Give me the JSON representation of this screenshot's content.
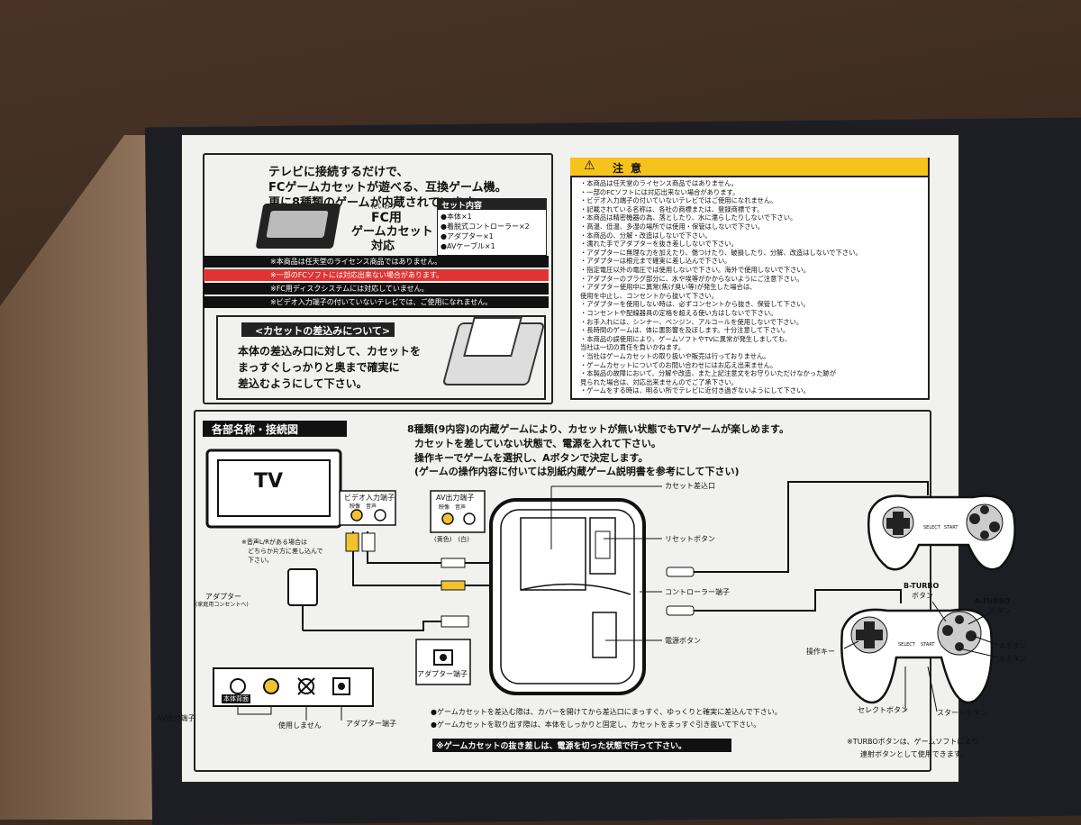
{
  "intro": {
    "line1": "テレビに接続するだけで、",
    "line2": "FCゲームカセットが遊べる、互換ゲーム機。",
    "line3": "更に8種類のゲームが内蔵されています。"
  },
  "badge": {
    "ruby": "たいおう",
    "line1": "FC用",
    "line2": "ゲームカセット",
    "line3": "対応"
  },
  "set_contents": {
    "title": "セット内容",
    "items": [
      "●本体×1",
      "●着脱式コントローラー×2",
      "●アダプター×1",
      "●AVケーブル×1"
    ]
  },
  "notes": [
    "※本商品は任天堂のライセンス商品ではありません。",
    "※一部のFCソフトには対応出来ない場合があります。",
    "※FC用ディスクシステムには対応していません。",
    "※ビデオ入力端子の付いていないテレビでは、ご使用になれません。"
  ],
  "cassette_insert": {
    "title": "<カセットの差込みについて>",
    "line1": "本体の差込み口に対して、カセットを",
    "line2": "まっすぐしっかりと奥まで確実に",
    "line3": "差込むようにして下さい。"
  },
  "caution": {
    "title": "注意",
    "lines": [
      "・本商品は任天堂のライセンス商品ではありません。",
      "・一部のFCソフトには対応出来ない場合があります。",
      "・ビデオ入力端子の付いていないテレビではご使用になれません。",
      "・記載されている名称は、各社の商標または、登録商標です。",
      "・本商品は精密機器の為、落としたり、水に濡らしたりしないで下さい。",
      "・高温、低温、多湿の場所では使用・保管はしないで下さい。",
      "・本商品の、分解・改造はしないで下さい。",
      "・濡れた手でアダプターを抜き差ししないで下さい。",
      "・アダプターに無理な力を加えたり、傷つけたり、破損したり、分解、改造はしないで下さい。",
      "・アダプターは根元まで確実に差し込んで下さい。",
      "・指定電圧以外の電圧では使用しないで下さい。海外で使用しないで下さい。",
      "・アダプターのプラグ部分に、水や埃等がかからないようにご注意下さい。",
      "・アダプター使用中に異常(焦げ臭い等)が発生した場合は、",
      "  使用を中止し、コンセントから抜いて下さい。",
      "・アダプターを使用しない時は、必ずコンセントから抜き、保管して下さい。",
      "・コンセントや配線器具の定格を超える使い方はしないで下さい。",
      "・お手入れには、シンナー、ベンジン、アルコールを使用しないで下さい。",
      "・長時間のゲームは、体に悪影響を及ぼします。十分注意して下さい。",
      "・本商品の誤使用により、ゲームソフトやTVに異常が発生しましても、",
      "  当社は一切の責任を負いかねます。",
      "・当社はゲームカセットの取り扱いや販売は行っておりません。",
      "・ゲームカセットについてのお問い合わせにはお応え出来ません。",
      "・本製品の故障において、分解や改造、また上記注意文をお守りいただけなかった跡が",
      "  見られた場合は、対応出来ませんのでご了承下さい。",
      "・ゲームをする時は、明るい所でテレビに近付き過ぎないようにして下さい。"
    ]
  },
  "diagram": {
    "section_title": "各部名称・接続図",
    "desc1": "8種類(9内容)の内蔵ゲームにより、カセットが無い状態でもTVゲームが楽しめます。",
    "desc2": "カセットを差していない状態で、電源を入れて下さい。",
    "desc3": "操作キーでゲームを選択し、Aボタンで決定します。",
    "desc4": "(ゲームの操作内容に付いては別紙内蔵ゲーム説明書を参考にして下さい)",
    "tv": "TV",
    "video_input": "ビデオ入力端子",
    "video_input_sub": "映像　音声",
    "av_output": "AV出力端子",
    "av_output_sub": "映像　音声",
    "av_colors": "(黄色)　(白)",
    "audio_note1": "※音声L/Rがある場合は",
    "audio_note2": "どちらか片方に差し込んで",
    "audio_note3": "下さい。",
    "adapter": "アダプター",
    "adapter_sub": "(家庭用コンセントへ)",
    "adapter_port": "アダプター端子",
    "cassette_slot": "カセット差込口",
    "reset_button": "リセットボタン",
    "controller_port": "コントローラー端子",
    "power_button": "電源ボタン",
    "b_turbo": "B-TURBO",
    "b_turbo_sub": "ボタン",
    "a_turbo": "A-TURBO",
    "a_turbo_sub": "ボタン",
    "dpad": "操作キー",
    "a_button": "Aボタン",
    "b_button": "Bボタン",
    "select_button": "セレクトボタン",
    "start_button": "スタートボタン",
    "pad_select": "SELECT",
    "pad_start": "START",
    "back_panel": "本体背面",
    "back_av": "AV出力端子",
    "back_unused": "使用しません",
    "back_adapter": "アダプター端子",
    "insert_note1": "●ゲームカセットを差込む際は、カバーを開けてから差込口にまっすぐ、ゆっくりと確実に差込んで下さい。",
    "insert_note2": "●ゲームカセットを取り出す際は、本体をしっかりと固定し、カセットをまっすぐ引き抜いて下さい。",
    "power_off_note": "※ゲームカセットの抜き差しは、電源を切った状態で行って下さい。",
    "turbo_note1": "※TURBOボタンは、ゲームソフトにより",
    "turbo_note2": "連射ボタンとして使用できます。"
  }
}
